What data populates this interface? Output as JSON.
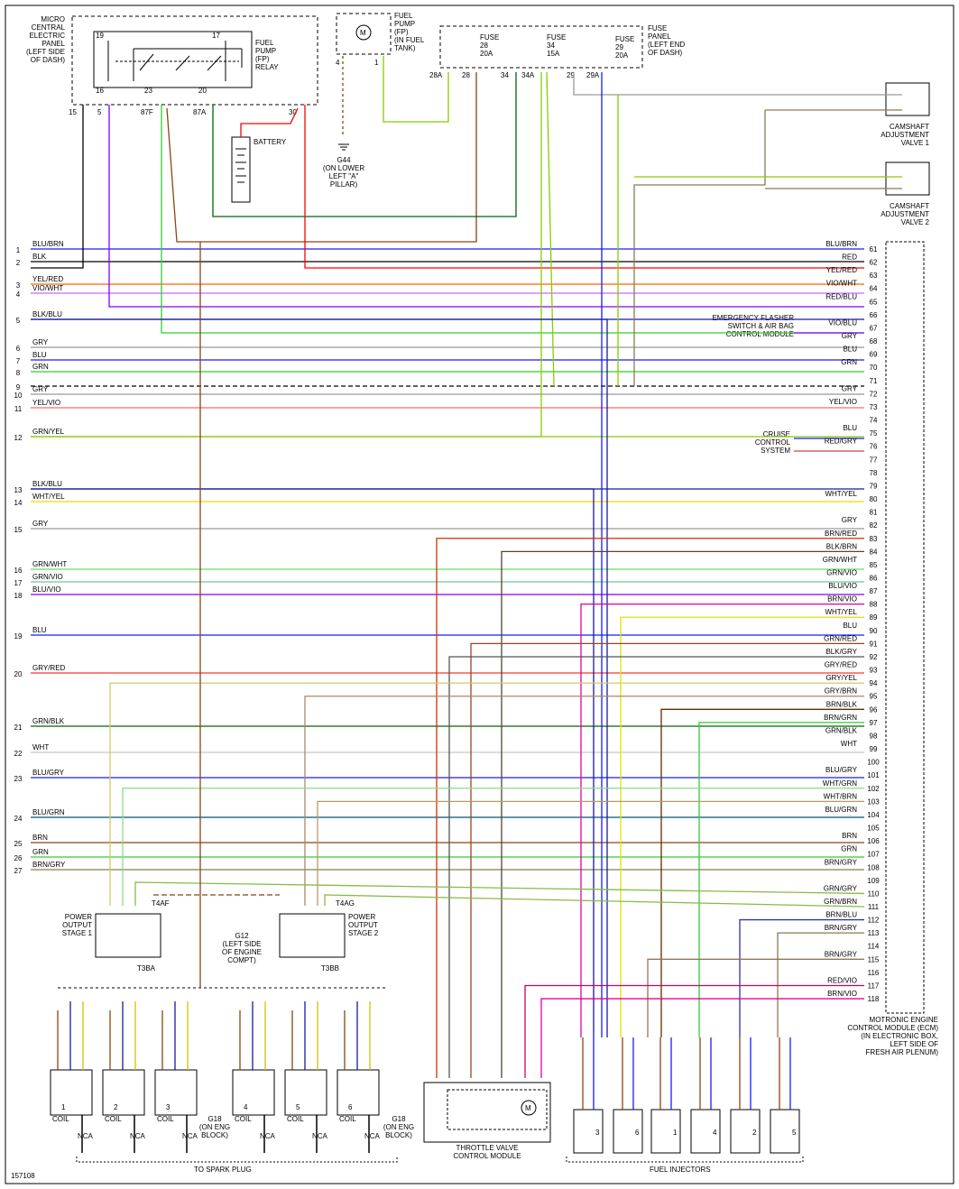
{
  "diagram_id": "157108",
  "colors": {
    "BLK": "#000000",
    "BLU": "#1a1aff",
    "BRN": "#8b4513",
    "GRN": "#33cc33",
    "GRY": "#999999",
    "RED": "#ff0000",
    "VIO": "#8000ff",
    "WHT": "#c8c8c8",
    "YEL": "#e0e000",
    "PNK": "#e000a0",
    "DGRN": "#006600",
    "BRNGRY": "#8c7a55",
    "GRNYEL": "#88cc00",
    "OLV": "#808000"
  },
  "left_wires": [
    {
      "n": "1",
      "label": "BLU/BRN",
      "color": "#1a1aff"
    },
    {
      "n": "2",
      "label": "BLK",
      "color": "#000000"
    },
    {
      "n": "3",
      "label": "YEL/RED",
      "color": "#ff6600"
    },
    {
      "n": "4",
      "label": "VIO/WHT",
      "color": "#cc66ff"
    },
    {
      "n": "5",
      "label": "BLK/BLU",
      "color": "#1a1a99"
    },
    {
      "n": "6",
      "label": "GRY",
      "color": "#999999"
    },
    {
      "n": "7",
      "label": "BLU",
      "color": "#1a1aff"
    },
    {
      "n": "8",
      "label": "GRN",
      "color": "#33cc33"
    },
    {
      "n": "9",
      "label": "",
      "color": "#000000"
    },
    {
      "n": "10",
      "label": "GRY",
      "color": "#999999"
    },
    {
      "n": "11",
      "label": "YEL/VIO",
      "color": "#ff6666"
    },
    {
      "n": "12",
      "label": "GRN/YEL",
      "color": "#88cc00"
    },
    {
      "n": "13",
      "label": "BLK/BLU",
      "color": "#1a1a99"
    },
    {
      "n": "14",
      "label": "WHT/YEL",
      "color": "#e0e000"
    },
    {
      "n": "15",
      "label": "GRY",
      "color": "#999999"
    },
    {
      "n": "16",
      "label": "GRN/WHT",
      "color": "#66dd66"
    },
    {
      "n": "17",
      "label": "GRN/VIO",
      "color": "#66cc99"
    },
    {
      "n": "18",
      "label": "BLU/VIO",
      "color": "#8000ff"
    },
    {
      "n": "19",
      "label": "BLU",
      "color": "#1a1aff"
    },
    {
      "n": "20",
      "label": "GRY/RED",
      "color": "#ff3333"
    },
    {
      "n": "21",
      "label": "GRN/BLK",
      "color": "#006600"
    },
    {
      "n": "22",
      "label": "WHT",
      "color": "#c8c8c8"
    },
    {
      "n": "23",
      "label": "BLU/GRY",
      "color": "#1a1aff"
    },
    {
      "n": "24",
      "label": "BLU/GRN",
      "color": "#005577"
    },
    {
      "n": "25",
      "label": "BRN",
      "color": "#8b4513"
    },
    {
      "n": "26",
      "label": "GRN",
      "color": "#33cc33"
    },
    {
      "n": "27",
      "label": "BRN/GRY",
      "color": "#8c7a55"
    }
  ],
  "ecm_pins": [
    {
      "n": "61",
      "label": "BLU/BRN"
    },
    {
      "n": "62",
      "label": "RED"
    },
    {
      "n": "63",
      "label": "YEL/RED"
    },
    {
      "n": "64",
      "label": "VIO/WHT"
    },
    {
      "n": "65",
      "label": "RED/BLU"
    },
    {
      "n": "66",
      "label": ""
    },
    {
      "n": "67",
      "label": "VIO/BLU"
    },
    {
      "n": "68",
      "label": "GRY"
    },
    {
      "n": "69",
      "label": "BLU"
    },
    {
      "n": "70",
      "label": "GRN"
    },
    {
      "n": "71",
      "label": ""
    },
    {
      "n": "72",
      "label": "GRY"
    },
    {
      "n": "73",
      "label": "YEL/VIO"
    },
    {
      "n": "74",
      "label": ""
    },
    {
      "n": "75",
      "label": "BLU"
    },
    {
      "n": "76",
      "label": "RED/GRY"
    },
    {
      "n": "77",
      "label": ""
    },
    {
      "n": "78",
      "label": ""
    },
    {
      "n": "79",
      "label": ""
    },
    {
      "n": "80",
      "label": "WHT/YEL"
    },
    {
      "n": "81",
      "label": ""
    },
    {
      "n": "82",
      "label": "GRY"
    },
    {
      "n": "83",
      "label": "BRN/RED"
    },
    {
      "n": "84",
      "label": "BLK/BRN"
    },
    {
      "n": "85",
      "label": "GRN/WHT"
    },
    {
      "n": "86",
      "label": "GRN/VIO"
    },
    {
      "n": "87",
      "label": "BLU/VIO"
    },
    {
      "n": "88",
      "label": "BRN/VIO"
    },
    {
      "n": "89",
      "label": "WHT/YEL"
    },
    {
      "n": "90",
      "label": "BLU"
    },
    {
      "n": "91",
      "label": "GRN/RED"
    },
    {
      "n": "92",
      "label": "BLK/GRY"
    },
    {
      "n": "93",
      "label": "GRY/RED"
    },
    {
      "n": "94",
      "label": "GRY/YEL"
    },
    {
      "n": "95",
      "label": "GRY/BRN"
    },
    {
      "n": "96",
      "label": "BRN/BLK"
    },
    {
      "n": "97",
      "label": "BRN/GRN"
    },
    {
      "n": "98",
      "label": "GRN/BLK"
    },
    {
      "n": "99",
      "label": "WHT"
    },
    {
      "n": "100",
      "label": ""
    },
    {
      "n": "101",
      "label": "BLU/GRY"
    },
    {
      "n": "102",
      "label": "WHT/GRN"
    },
    {
      "n": "103",
      "label": "WHT/BRN"
    },
    {
      "n": "104",
      "label": "BLU/GRN"
    },
    {
      "n": "105",
      "label": ""
    },
    {
      "n": "106",
      "label": "BRN"
    },
    {
      "n": "107",
      "label": "GRN"
    },
    {
      "n": "108",
      "label": "BRN/GRY"
    },
    {
      "n": "109",
      "label": ""
    },
    {
      "n": "110",
      "label": "GRN/GRY"
    },
    {
      "n": "111",
      "label": "GRN/BRN"
    },
    {
      "n": "112",
      "label": "BRN/BLU"
    },
    {
      "n": "113",
      "label": "BRN/GRY"
    },
    {
      "n": "114",
      "label": ""
    },
    {
      "n": "115",
      "label": "BRN/GRY"
    },
    {
      "n": "116",
      "label": ""
    },
    {
      "n": "117",
      "label": "RED/VIO"
    },
    {
      "n": "118",
      "label": "BRN/VIO"
    }
  ],
  "labels": {
    "micro_panel": [
      "MICRO",
      "CENTRAL",
      "ELECTRIC",
      "PANEL",
      "(LEFT SIDE",
      "OF DASH)"
    ],
    "fp_relay": [
      "FUEL",
      "PUMP",
      "(FP)",
      "RELAY"
    ],
    "fuel_pump": [
      "FUEL",
      "PUMP",
      "(FP)",
      "(IN FUEL",
      "TANK)"
    ],
    "fuse_panel": [
      "FUSE",
      "PANEL",
      "(LEFT END",
      "OF DASH)"
    ],
    "fuse28": [
      "FUSE",
      "28",
      "20A"
    ],
    "fuse34": [
      "FUSE",
      "34",
      "15A"
    ],
    "fuse29": [
      "FUSE",
      "29",
      "20A"
    ],
    "battery": "BATTERY",
    "g44": [
      "G44",
      "(ON LOWER",
      "LEFT \"A\"",
      "PILLAR)"
    ],
    "cam1": [
      "CAMSHAFT",
      "ADJUSTMENT",
      "VALVE 1"
    ],
    "cam2": [
      "CAMSHAFT",
      "ADJUSTMENT",
      "VALVE 2"
    ],
    "flasher": [
      "EMERGENCY FLASHER",
      "SWITCH & AIR BAG",
      "CONTROL MODULE"
    ],
    "cruise": [
      "CRUISE",
      "CONTROL",
      "SYSTEM"
    ],
    "pos1": [
      "POWER",
      "OUTPUT",
      "STAGE 1"
    ],
    "pos2": [
      "POWER",
      "OUTPUT",
      "STAGE 2"
    ],
    "g12": [
      "G12",
      "(LEFT SIDE",
      "OF ENGINE",
      "COMPT)"
    ],
    "g18": [
      "G18",
      "(ON ENG",
      "BLOCK)"
    ],
    "ecm": [
      "MOTRONIC ENGINE",
      "CONTROL MODULE (ECM)",
      "(IN ELECTRONIC BOX,",
      "LEFT SIDE OF",
      "FRESH AIR PLENUM)"
    ],
    "throttle": [
      "THROTTLE VALVE",
      "CONTROL MODULE"
    ],
    "spark": "TO SPARK PLUG",
    "injectors": "FUEL INJECTORS",
    "t4af": "T4AF",
    "t4ag": "T4AG",
    "t3ba": "T3BA",
    "t3bb": "T3BB",
    "coil": "COIL",
    "nca": "NCA"
  }
}
